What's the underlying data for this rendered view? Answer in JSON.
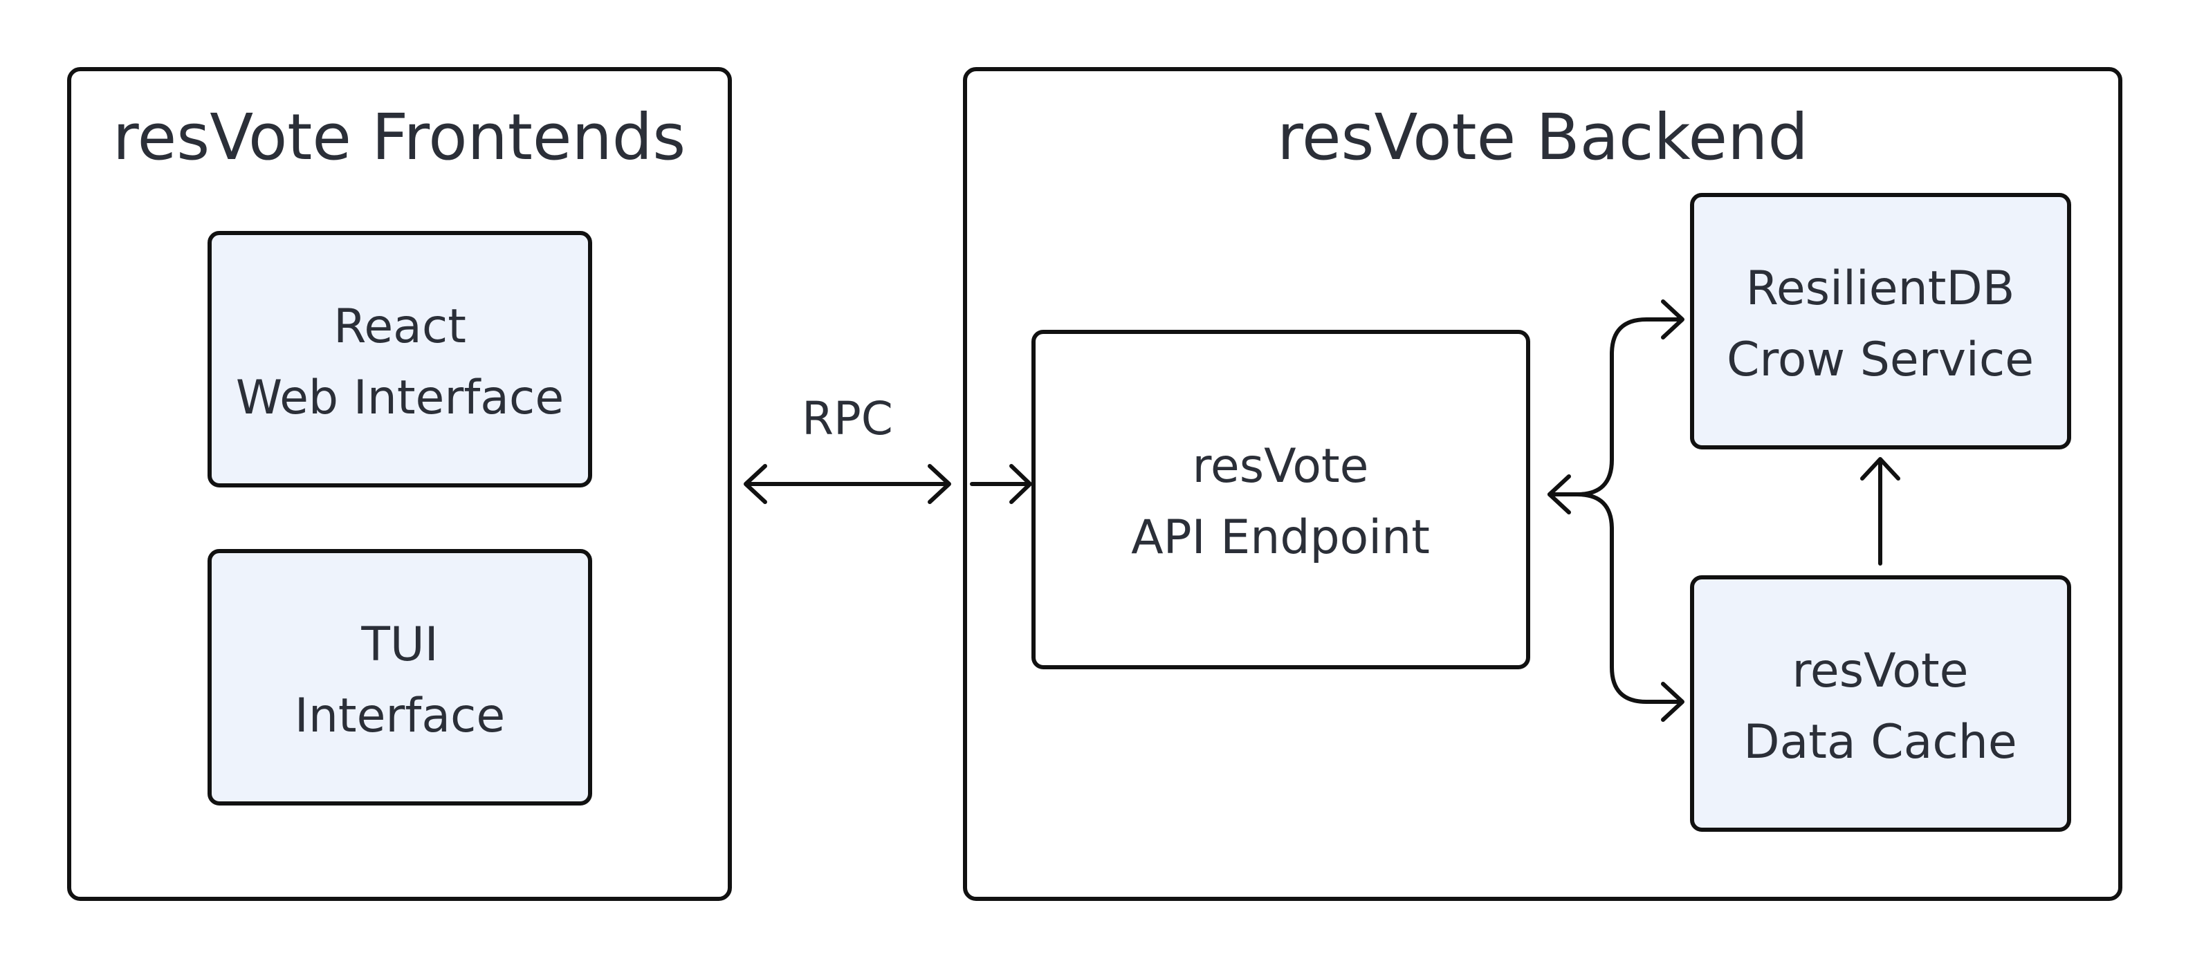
{
  "diagram": {
    "groups": {
      "frontends": {
        "title": "resVote Frontends"
      },
      "backend": {
        "title": "resVote Backend"
      }
    },
    "nodes": {
      "react": {
        "line1": "React",
        "line2": "Web Interface"
      },
      "tui": {
        "line1": "TUI",
        "line2": "Interface"
      },
      "api": {
        "line1": "resVote",
        "line2": "API Endpoint"
      },
      "resilientdb": {
        "line1": "ResilientDB",
        "line2": "Crow Service"
      },
      "cache": {
        "line1": "resVote",
        "line2": "Data Cache"
      }
    },
    "edges": {
      "rpc": {
        "label": "RPC"
      }
    },
    "colors": {
      "node_fill": "#eef3fc",
      "stroke": "#111111",
      "text": "#2b2f38"
    }
  }
}
